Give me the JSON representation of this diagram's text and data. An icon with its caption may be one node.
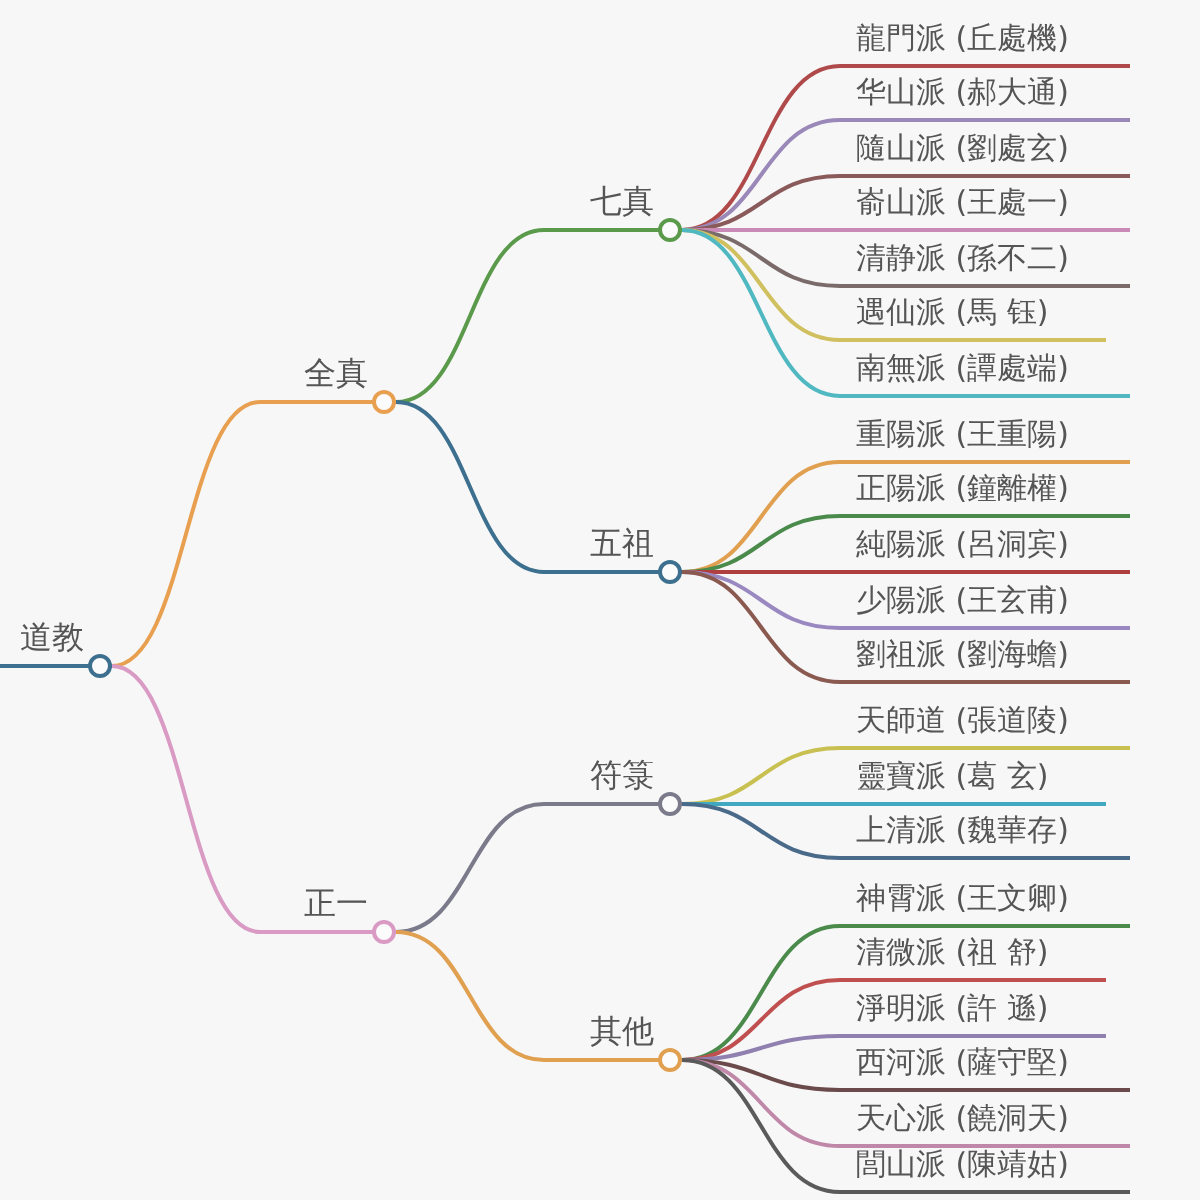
{
  "diagram": {
    "nodes": [
      {
        "text": [
          "道教"
        ]
      },
      {
        "text": [
          "全真"
        ]
      },
      {
        "text": [
          "七真"
        ]
      },
      {
        "text": [
          "龍門派 (丘處機)"
        ]
      },
      {
        "text": [
          "华山派 (郝大通)"
        ]
      },
      {
        "text": [
          "隨山派 (劉處玄)"
        ]
      },
      {
        "text": [
          "嵛山派 (王處一)"
        ]
      },
      {
        "text": [
          "清静派 (孫不二)"
        ]
      },
      {
        "text": [
          "遇仙派 (馬 钰)"
        ]
      },
      {
        "text": [
          "南無派 (譚處端)"
        ]
      },
      {
        "text": [
          "五祖"
        ]
      },
      {
        "text": [
          "重陽派 (王重陽)"
        ]
      },
      {
        "text": [
          "正陽派 (鐘離權)"
        ]
      },
      {
        "text": [
          "純陽派 (呂洞宾)"
        ]
      },
      {
        "text": [
          "少陽派 (王玄甫)"
        ]
      },
      {
        "text": [
          "劉祖派 (劉海蟾)"
        ]
      },
      {
        "text": [
          "正一"
        ]
      },
      {
        "text": [
          "符箓"
        ]
      },
      {
        "text": [
          "天師道 (張道陵)"
        ]
      },
      {
        "text": [
          "靈寶派 (葛 玄)"
        ]
      },
      {
        "text": [
          "上清派 (魏華存)"
        ]
      },
      {
        "text": [
          "其他"
        ]
      },
      {
        "text": [
          "神霄派 (王文卿)"
        ]
      },
      {
        "text": [
          "清微派 (祖 舒)"
        ]
      },
      {
        "text": [
          "淨明派 (許 遜)"
        ]
      },
      {
        "text": [
          "西河派 (薩守堅)"
        ]
      },
      {
        "text": [
          "天心派 (饒洞天)"
        ]
      },
      {
        "text": [
          "閭山派 (陳靖姑)"
        ]
      }
    ],
    "edges": [
      {
        "from": null,
        "to": 0,
        "arrow": "none",
        "color": "#3d6f8f"
      },
      {
        "from": 0,
        "to": 1,
        "arrow": "none",
        "color": "#e8a050"
      },
      {
        "from": 1,
        "to": 2,
        "arrow": "none",
        "color": "#5a9a4a"
      },
      {
        "from": 2,
        "to": 3,
        "arrow": "none",
        "color": "#b04a4a"
      },
      {
        "from": 2,
        "to": 4,
        "arrow": "none",
        "color": "#9a88b8"
      },
      {
        "from": 2,
        "to": 5,
        "arrow": "none",
        "color": "#8a5a5a"
      },
      {
        "from": 2,
        "to": 6,
        "arrow": "none",
        "color": "#c98ab8"
      },
      {
        "from": 2,
        "to": 7,
        "arrow": "none",
        "color": "#7a6a6a"
      },
      {
        "from": 2,
        "to": 8,
        "arrow": "none",
        "color": "#d0c060"
      },
      {
        "from": 2,
        "to": 9,
        "arrow": "none",
        "color": "#50b8c0"
      },
      {
        "from": 1,
        "to": 10,
        "arrow": "none",
        "color": "#3d6f8f"
      },
      {
        "from": 10,
        "to": 11,
        "arrow": "none",
        "color": "#e0a050"
      },
      {
        "from": 10,
        "to": 12,
        "arrow": "none",
        "color": "#4a8a4a"
      },
      {
        "from": 10,
        "to": 13,
        "arrow": "none",
        "color": "#b04040"
      },
      {
        "from": 10,
        "to": 14,
        "arrow": "none",
        "color": "#9a88c0"
      },
      {
        "from": 10,
        "to": 15,
        "arrow": "none",
        "color": "#8a5a50"
      },
      {
        "from": 0,
        "to": 16,
        "arrow": "none",
        "color": "#d99ac4"
      },
      {
        "from": 16,
        "to": 17,
        "arrow": "none",
        "color": "#7a7a8a"
      },
      {
        "from": 17,
        "to": 18,
        "arrow": "none",
        "color": "#c8c050"
      },
      {
        "from": 17,
        "to": 19,
        "arrow": "none",
        "color": "#40a8c0"
      },
      {
        "from": 17,
        "to": 20,
        "arrow": "none",
        "color": "#4a6a8a"
      },
      {
        "from": 16,
        "to": 21,
        "arrow": "none",
        "color": "#e0a050"
      },
      {
        "from": 21,
        "to": 22,
        "arrow": "none",
        "color": "#4a8a4a"
      },
      {
        "from": 21,
        "to": 23,
        "arrow": "none",
        "color": "#c05050"
      },
      {
        "from": 21,
        "to": 24,
        "arrow": "none",
        "color": "#9080b0"
      },
      {
        "from": 21,
        "to": 25,
        "arrow": "none",
        "color": "#6a4a4a"
      },
      {
        "from": 21,
        "to": 26,
        "arrow": "none",
        "color": "#c088a8"
      },
      {
        "from": 21,
        "to": 27,
        "arrow": "none",
        "color": "#5a5a5a"
      }
    ]
  }
}
